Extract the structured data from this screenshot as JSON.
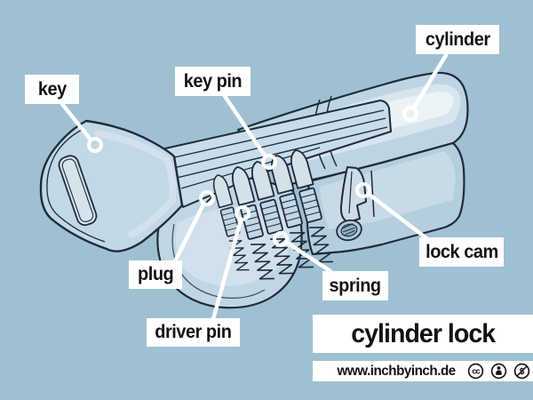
{
  "colors": {
    "background": "#9fc0d3",
    "ink": "#202b3a",
    "label_bg": "#ffffff",
    "label_text": "#141414",
    "lock_fill": "#bdd4e3",
    "lock_highlight": "#e6eff5",
    "leader_line": "#ffffff"
  },
  "labels": {
    "key": "key",
    "key_pin": "key pin",
    "cylinder": "cylinder",
    "plug": "plug",
    "driver_pin": "driver pin",
    "spring": "spring",
    "lock_cam": "lock cam"
  },
  "title": {
    "text": "cylinder lock"
  },
  "footer": {
    "url": "www.inchbyinch.de",
    "license_icons": [
      "cc-icon",
      "by-icon",
      "nc-icon"
    ]
  }
}
